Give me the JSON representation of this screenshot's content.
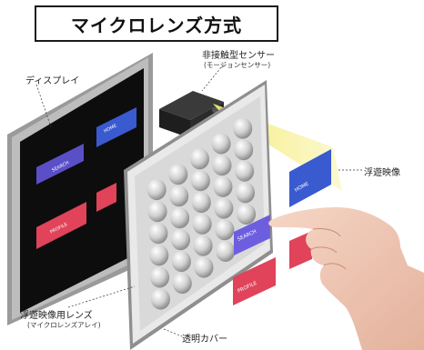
{
  "title": "マイクロレンズ方式",
  "labels": {
    "display": "ディスプレイ",
    "sensor": "非接触型センサー",
    "sensor_sub": "(モーションセンサー)",
    "floating_image": "浮遊映像",
    "lens": "浮遊映像用レンズ",
    "lens_sub": "(マイクロレンズアレイ)",
    "cover": "透明カバー"
  },
  "buttons": {
    "search": "SEARCH",
    "home": "HOME",
    "profile": "PROFILE"
  },
  "colors": {
    "search_button": "#5b4fc8",
    "home_button": "#3a5ad0",
    "profile_button": "#e0435a",
    "screen": "#0d0d0d",
    "beam": "#f5ec7a",
    "lens_array": "#d9d9d9"
  }
}
